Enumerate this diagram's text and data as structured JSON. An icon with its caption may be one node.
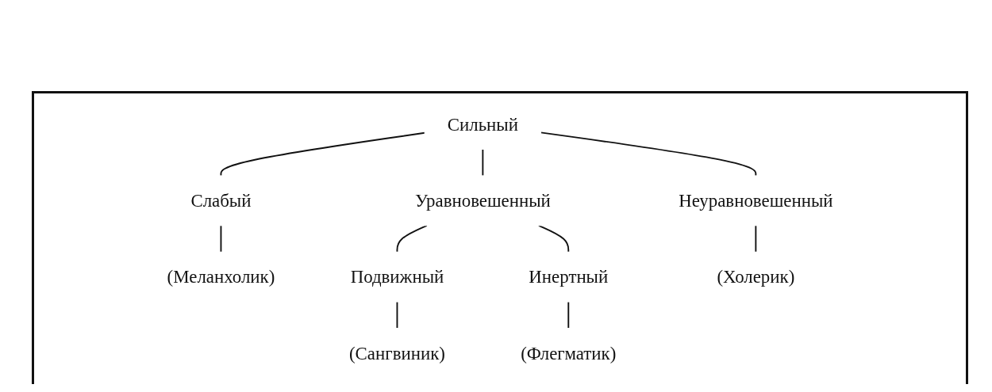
{
  "diagram": {
    "nodes": [
      {
        "text": [
          "Сильный"
        ]
      },
      {
        "text": [
          "Слабый"
        ]
      },
      {
        "text": [
          "Уравновешенный"
        ]
      },
      {
        "text": [
          "Неуравновешенный"
        ]
      },
      {
        "text": [
          "(Меланхолик)"
        ]
      },
      {
        "text": [
          "Подвижный"
        ]
      },
      {
        "text": [
          "Инертный"
        ]
      },
      {
        "text": [
          "(Холерик)"
        ]
      },
      {
        "text": [
          "(Сангвиник)"
        ]
      },
      {
        "text": [
          "(Флегматик)"
        ]
      }
    ],
    "edges": [
      {
        "from": 0,
        "to": 1,
        "arrow": "none"
      },
      {
        "from": 0,
        "to": 2,
        "arrow": "none"
      },
      {
        "from": 0,
        "to": 3,
        "arrow": "none"
      },
      {
        "from": 1,
        "to": 4,
        "arrow": "none"
      },
      {
        "from": 2,
        "to": 5,
        "arrow": "none"
      },
      {
        "from": 2,
        "to": 6,
        "arrow": "none"
      },
      {
        "from": 3,
        "to": 7,
        "arrow": "none"
      },
      {
        "from": 5,
        "to": 8,
        "arrow": "none"
      },
      {
        "from": 6,
        "to": 9,
        "arrow": "none"
      }
    ]
  }
}
